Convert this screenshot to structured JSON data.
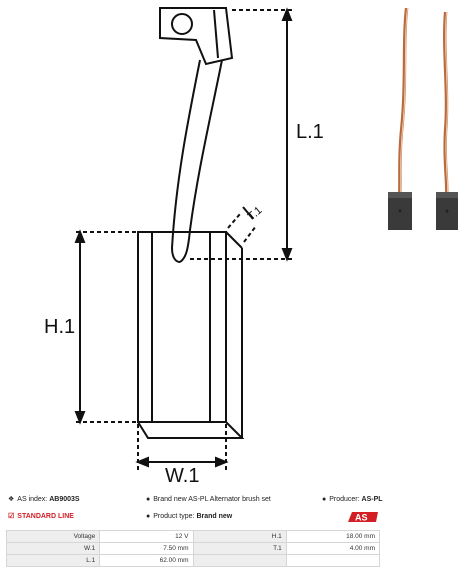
{
  "drawing": {
    "label_l1": "L.1",
    "label_t": "T.1",
    "label_h1": "H.1",
    "label_w1": "W.1"
  },
  "info": {
    "as_index_label": "AS index:",
    "as_index_value": "AB9003S",
    "description": "Brand new AS-PL Alternator brush set",
    "producer_label": "Producer:",
    "producer_value": "AS-PL",
    "line_label": "STANDARD LINE",
    "product_type_label": "Product type:",
    "product_type_value": "Brand new",
    "logo_text": "AS"
  },
  "params": [
    {
      "name": "Voltage",
      "value": "12 V",
      "name2": "H.1",
      "value2": "18.00 mm"
    },
    {
      "name": "W.1",
      "value": "7.50 mm",
      "name2": "T.1",
      "value2": "4.00 mm"
    },
    {
      "name": "L.1",
      "value": "62.00 mm",
      "name2": "",
      "value2": ""
    }
  ],
  "colors": {
    "accent": "#d21f26",
    "copper": "#b86b3c",
    "carbon": "#3a3a3a"
  }
}
